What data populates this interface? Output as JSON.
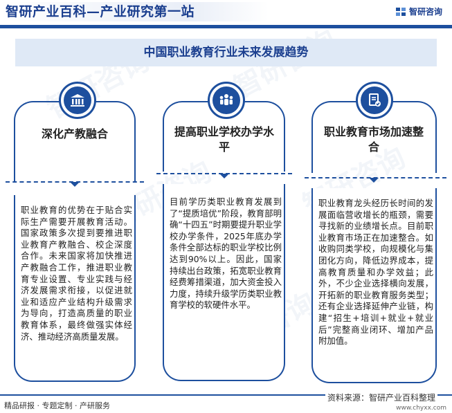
{
  "header": {
    "title": "智研产业百科—产业研究第一站",
    "brand": "智研咨询"
  },
  "banner": {
    "title": "中国职业教育行业未来发展趋势"
  },
  "cards": [
    {
      "title": "深化产教融合",
      "icon": "institution-icon",
      "text": "职业教育的优势在于贴合实际生产需要开展教育活动。国家政策多次提到要推进职业教育产教融合、校企深度合作。未来国家将加快推进产教融合工作，推进职业教育专业设置、专业实践与经济发展需求衔接，以促进就业和适应产业结构升级需求为导向，打造高质量的职业教育体系，最终做强实体经济、推动经济高质量发展。"
    },
    {
      "title": "提高职业学校办学水平",
      "icon": "people-group-icon",
      "text": "目前学历类职业教育发展到了“提质培优”阶段，教育部明确“十四五”时期要提升职业学校办学条件，2025年底办学条件全部达标的职业学校比例达到90%以上。因此，国家持续出台政策，拓宽职业教育经费筹措渠道，加大资金投入力度，持续升级学历类职业教育学校的软硬件水平。"
    },
    {
      "title": "职业教育市场加速整合",
      "icon": "document-check-icon",
      "text": "职业教育龙头经历长时间的发展面临营收增长的瓶颈，需要寻找新的业绩增长点。目前职业教育市场正在加速整合。如收购同类学校，向规模化与集团化方向，降低边界成本，提高教育质量和办学效益；此外，不少企业选择横向发展，开拓新的职业教育服务类型；还有企业选择延伸产业链，构建“招生+培训+就业+就业后”完整商业闭环、增加产品附加值。"
    }
  ],
  "footer": {
    "left": "精品研报 · 专题定制 · 产研服务",
    "source": "资料来源：智研产业百科整理",
    "url": "www.chyxx.com"
  },
  "watermark": "智研咨询"
}
